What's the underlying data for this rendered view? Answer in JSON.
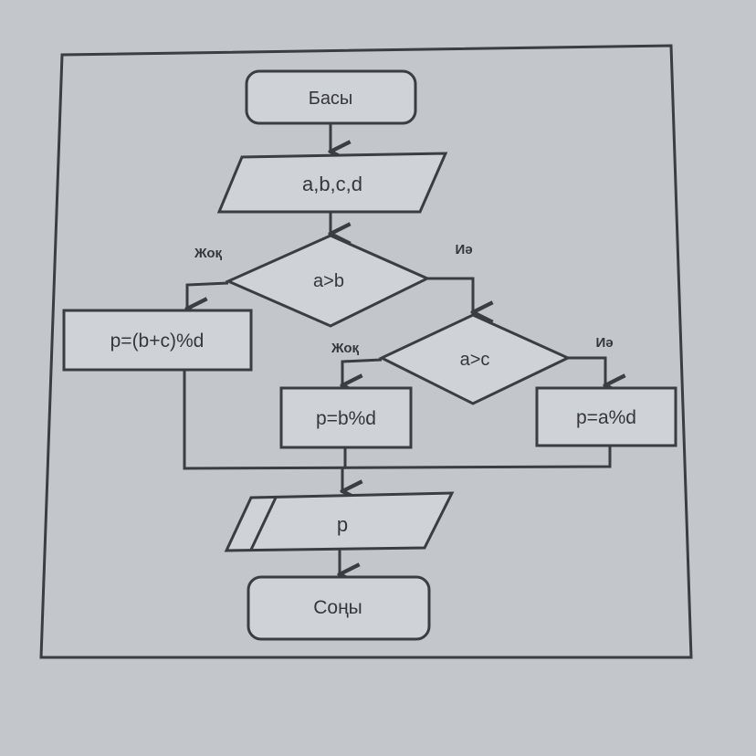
{
  "flowchart": {
    "start": "Басы",
    "input": "a,b,c,d",
    "condition1": "a>b",
    "condition1_no": "Жоқ",
    "condition1_yes": "Иә",
    "process_no1": "p=(b+c)%d",
    "condition2": "a>c",
    "condition2_no": "Жоқ",
    "condition2_yes": "Иә",
    "process_no2": "p=b%d",
    "process_yes2": "p=a%d",
    "output": "p",
    "end": "Соңы"
  }
}
